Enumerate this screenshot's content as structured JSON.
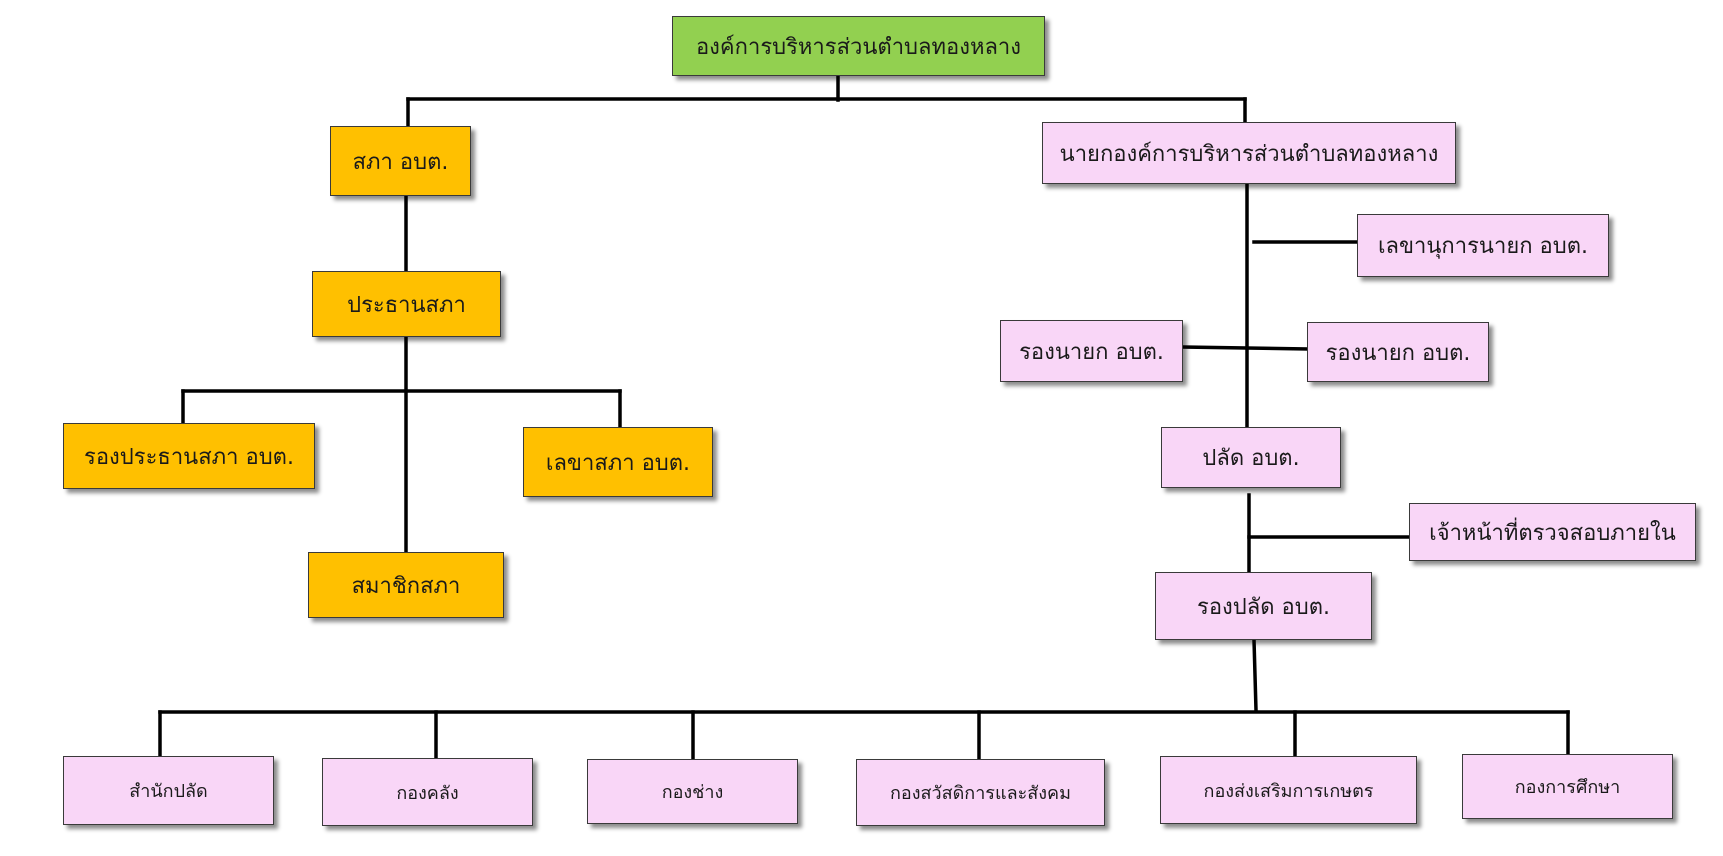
{
  "colors": {
    "top": "#92d050",
    "council": "#ffc000",
    "executive": "#f9d6f7",
    "line": "#000000"
  },
  "org": {
    "root": "องค์การบริหารส่วนตำบลทองหลาง",
    "council": {
      "head": "สภา อบต.",
      "chairman": "ประธานสภา",
      "vice_chairman": "รองประธานสภา อบต.",
      "secretary": "เลขาสภา อบต.",
      "members": "สมาชิกสภา"
    },
    "executive": {
      "mayor": "นายกองค์การบริหารส่วนตำบลทองหลาง",
      "mayor_secretary": "เลขานุการนายก อบต.",
      "deputy_mayor_left": "รองนายก อบต.",
      "deputy_mayor_right": "รองนายก อบต.",
      "chief": "ปลัด อบต.",
      "internal_auditor": "เจ้าหน้าที่ตรวจสอบภายใน",
      "deputy_chief": "รองปลัด อบต."
    },
    "departments": [
      "สำนักปลัด",
      "กองคลัง",
      "กองช่าง",
      "กองสวัสดิการและสังคม",
      "กองส่งเสริมการเกษตร",
      "กองการศึกษา"
    ]
  }
}
